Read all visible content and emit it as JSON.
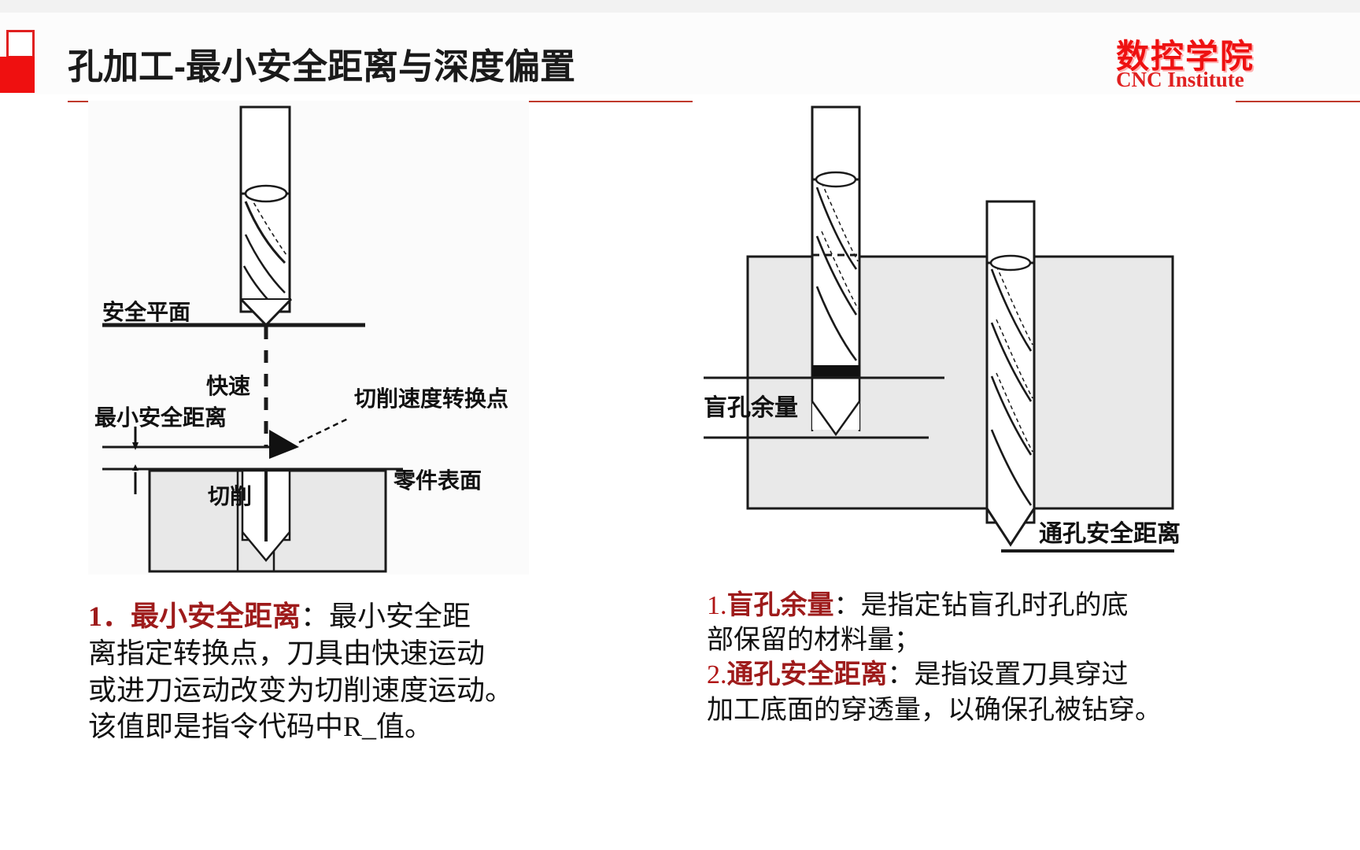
{
  "slide": {
    "title": "孔加工-最小安全距离与深度偏置",
    "accent_color": "#c0392b",
    "logo_red": "#ee1111"
  },
  "logo": {
    "cn_text": "数控学院",
    "en_text": "CNC Institute"
  },
  "left_figure": {
    "name": "最小安全距离示意图",
    "labels": {
      "safe_plane": "安全平面",
      "rapid": "快速",
      "min_safe_distance": "最小安全距离",
      "cut_speed_switch_point": "切削速度转换点",
      "part_surface": "零件表面",
      "cutting": "切削"
    }
  },
  "right_figure": {
    "name": "盲孔余量与通孔安全距离示意图",
    "labels": {
      "blind_hole_allowance": "盲孔余量",
      "through_hole_safe_distance": "通孔安全距离"
    }
  },
  "left_text": {
    "lines": [
      {
        "num": "1．",
        "kw": "最小安全距离",
        "colon": "：",
        "rest": "最小安全距"
      },
      {
        "rest": "离指定转换点，刀具由快速运动"
      },
      {
        "rest": "或进刀运动改变为切削速度运动。"
      },
      {
        "rest": "该值即是指令代码中R_值。"
      }
    ]
  },
  "right_text": {
    "lines": [
      {
        "num": "1.",
        "kw": "盲孔余量",
        "colon": "：",
        "rest": "是指定钻盲孔时孔的底"
      },
      {
        "rest": "部保留的材料量；"
      },
      {
        "num": "2.",
        "kw": "通孔安全距离",
        "colon": "：",
        "rest": "是指设置刀具穿过"
      },
      {
        "rest": "加工底面的穿透量，以确保孔被钻穿。"
      }
    ]
  }
}
